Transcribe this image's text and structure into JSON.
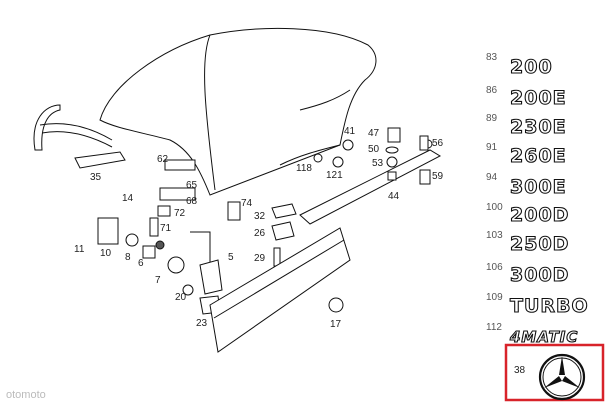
{
  "diagram": {
    "callouts": {
      "c35": "35",
      "c62": "62",
      "c65": "65",
      "c68": "68",
      "c72": "72",
      "c14": "14",
      "c71": "71",
      "c11": "11",
      "c10": "10",
      "c8": "8",
      "c6": "6",
      "c7": "7",
      "c20": "20",
      "c23": "23",
      "c5": "5",
      "c29": "29",
      "c26": "26",
      "c32": "32",
      "c74": "74",
      "c17": "17",
      "c118": "118",
      "c121": "121",
      "c41": "41",
      "c47": "47",
      "c50": "50",
      "c53": "53",
      "c56": "56",
      "c59": "59",
      "c44": "44"
    },
    "watermark": "otomoto"
  },
  "emblems": [
    {
      "num": "83",
      "text": "200"
    },
    {
      "num": "86",
      "text": "200E"
    },
    {
      "num": "89",
      "text": "230E"
    },
    {
      "num": "91",
      "text": "260E"
    },
    {
      "num": "94",
      "text": "300E"
    },
    {
      "num": "100",
      "text": "200D"
    },
    {
      "num": "103",
      "text": "250D"
    },
    {
      "num": "106",
      "text": "300D"
    },
    {
      "num": "109",
      "text": "TURBO"
    },
    {
      "num": "112",
      "text": "4MATIC"
    }
  ],
  "star_emblem": {
    "num": "38",
    "highlight_color": "#d8232a"
  }
}
